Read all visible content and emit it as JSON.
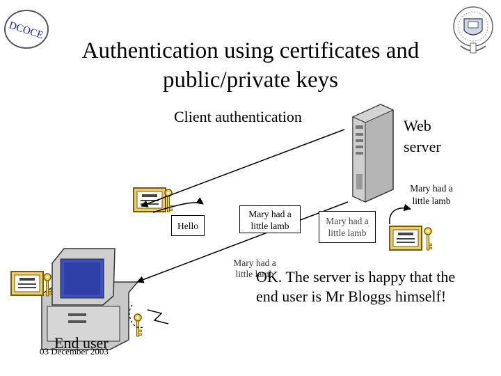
{
  "logo": {
    "text": "DCOCE"
  },
  "title": "Authentication using certificates and public/private keys",
  "subtitle": "Client authentication",
  "web_server_label": "Web server",
  "messages": {
    "server_side": "Mary had a little lamb",
    "hello": "Hello",
    "mary_box1": "Mary had a little lamb",
    "mary_box2": "Mary had a little lamb",
    "mary_under": "Mary had a little lamb"
  },
  "ok_text": "OK.  The server is happy that the end user is Mr Bloggs himself!",
  "end_user_label": "End user",
  "date": "03 December 2003",
  "icons": [
    "logo-dcoce",
    "university-seal",
    "web-server-tower",
    "client-computer",
    "certificate",
    "key"
  ]
}
